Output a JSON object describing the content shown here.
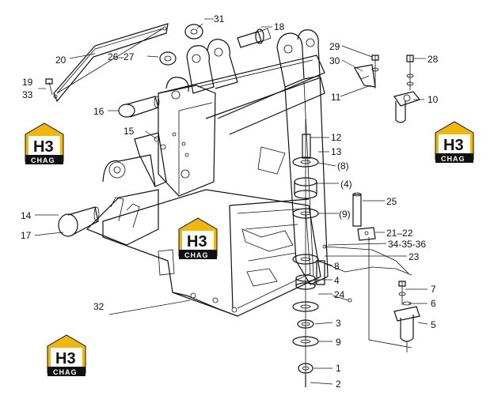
{
  "callouts": [
    {
      "id": "c31",
      "text": "31"
    },
    {
      "id": "c18",
      "text": "18"
    },
    {
      "id": "c20",
      "text": "20"
    },
    {
      "id": "c2627",
      "text": "26–27"
    },
    {
      "id": "c29",
      "text": "29"
    },
    {
      "id": "c30",
      "text": "30"
    },
    {
      "id": "c28",
      "text": "28"
    },
    {
      "id": "c19",
      "text": "19"
    },
    {
      "id": "c33",
      "text": "33"
    },
    {
      "id": "c11",
      "text": "11"
    },
    {
      "id": "c10",
      "text": "10"
    },
    {
      "id": "c16",
      "text": "16"
    },
    {
      "id": "c12",
      "text": "12"
    },
    {
      "id": "c15",
      "text": "15"
    },
    {
      "id": "c13",
      "text": "13"
    },
    {
      "id": "c8a",
      "text": "(8)"
    },
    {
      "id": "c4a",
      "text": "(4)"
    },
    {
      "id": "c25",
      "text": "25"
    },
    {
      "id": "c9a",
      "text": "(9)"
    },
    {
      "id": "c14",
      "text": "14"
    },
    {
      "id": "c2122",
      "text": "21–22"
    },
    {
      "id": "c17",
      "text": "17"
    },
    {
      "id": "c343536",
      "text": "34-35-36"
    },
    {
      "id": "c23",
      "text": "23"
    },
    {
      "id": "c8",
      "text": "8"
    },
    {
      "id": "c4",
      "text": "4"
    },
    {
      "id": "c7",
      "text": "7"
    },
    {
      "id": "c24",
      "text": "24"
    },
    {
      "id": "c6",
      "text": "6"
    },
    {
      "id": "c32",
      "text": "32"
    },
    {
      "id": "c5",
      "text": "5"
    },
    {
      "id": "c3",
      "text": "3"
    },
    {
      "id": "c9",
      "text": "9"
    },
    {
      "id": "c1",
      "text": "1"
    },
    {
      "id": "c2",
      "text": "2"
    }
  ],
  "watermark": {
    "logo_text": "H3",
    "sub_text": "CHAG"
  },
  "colors": {
    "watermark_accent": "#f2b705",
    "watermark_dark": "#111111",
    "line": "#111111"
  }
}
